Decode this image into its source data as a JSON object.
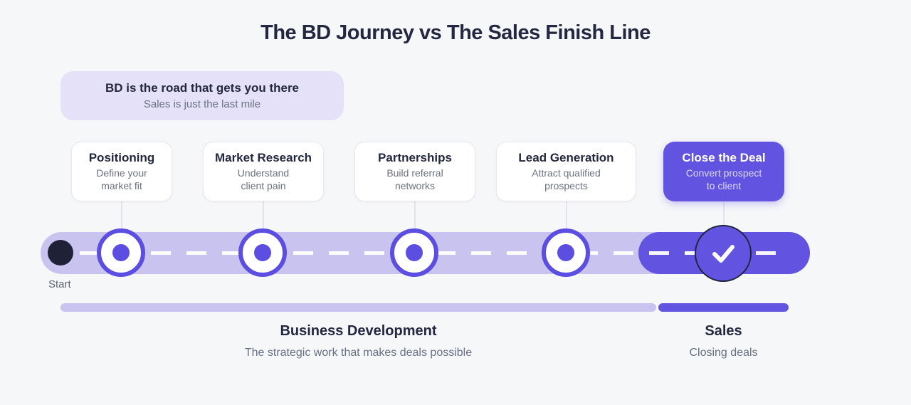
{
  "page": {
    "title": "The BD Journey vs The Sales Finish Line"
  },
  "callout": {
    "heading": "BD is the road that gets you there",
    "subheading": "Sales is just the last mile"
  },
  "cards": [
    {
      "title": "Positioning",
      "desc": [
        "Define your",
        "market fit"
      ]
    },
    {
      "title": "Market Research",
      "desc": [
        "Understand",
        "client pain"
      ]
    },
    {
      "title": "Partnerships",
      "desc": [
        "Build referral",
        "networks"
      ]
    },
    {
      "title": "Lead Generation",
      "desc": [
        "Attract qualified",
        "prospects"
      ]
    },
    {
      "title": "Close the Deal",
      "desc": [
        "Convert prospect",
        "to client"
      ]
    }
  ],
  "road": {
    "start_label": "Start",
    "check_icon": "checkmark"
  },
  "legend": {
    "bd": {
      "title": "Business Development",
      "subtitle": "The strategic work that makes deals possible"
    },
    "sales": {
      "title": "Sales",
      "subtitle": "Closing deals"
    }
  },
  "colors": {
    "background": "#f6f7f9",
    "navy": "#232840",
    "gray": "#6b7280",
    "primary_purple": "#6254e0",
    "marker_purple": "#5b4ee0",
    "lavender": "#c8c3ef",
    "callout_bg": "#e4e1f8"
  }
}
